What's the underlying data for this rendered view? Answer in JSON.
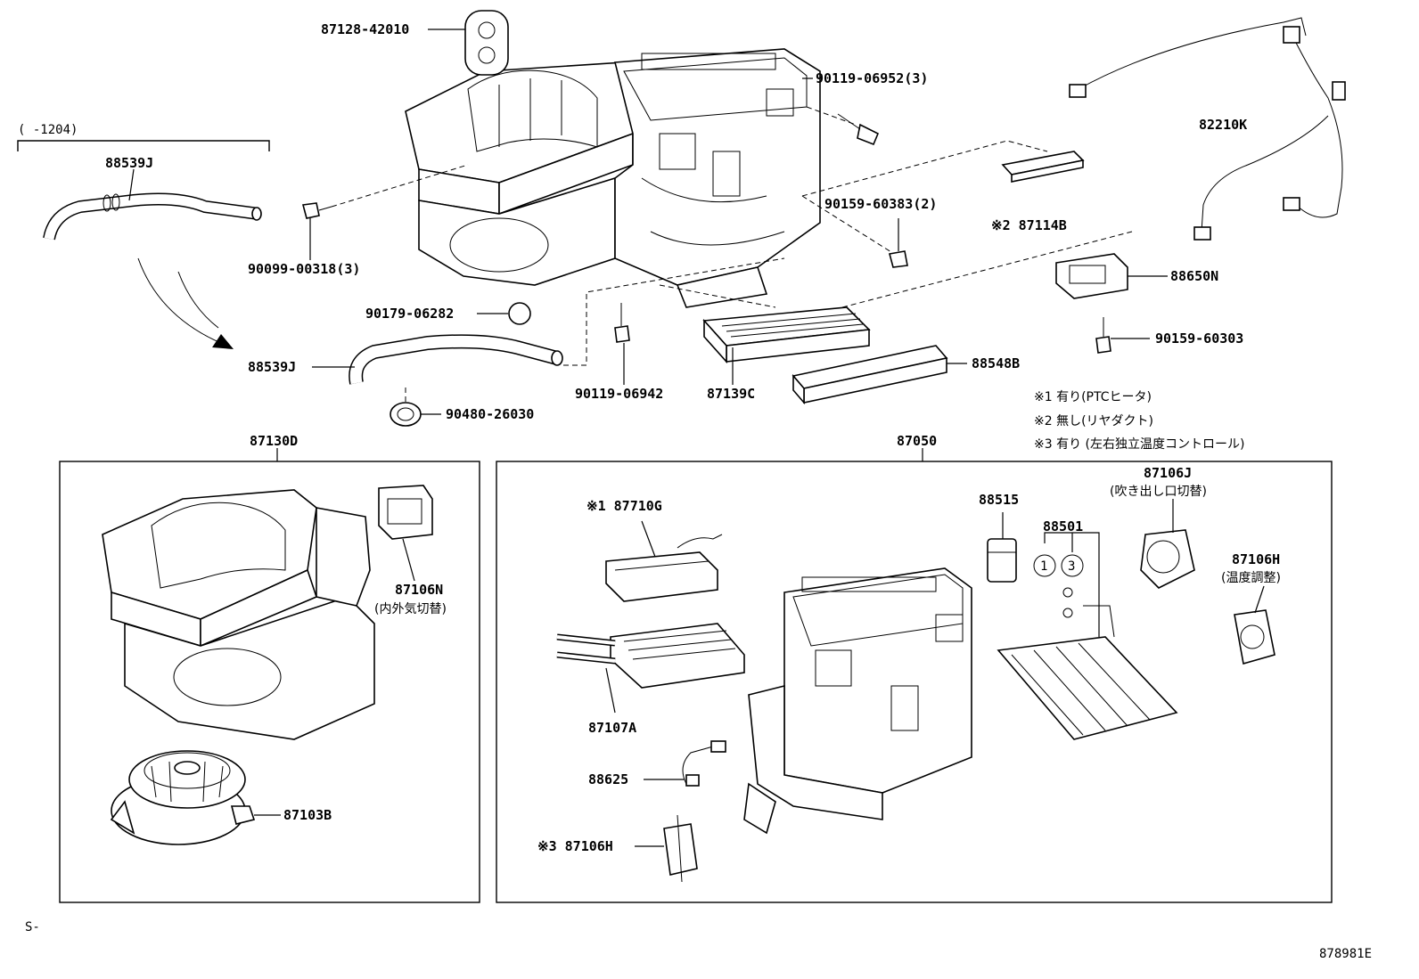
{
  "parts": {
    "p87128": "87128-42010",
    "p90119_06952": "90119-06952(3)",
    "p88539J_top": "88539J",
    "range": "(    -1204)",
    "p82210K": "82210K",
    "p90159_60383": "90159-60383(2)",
    "p87114B": "※2 87114B",
    "p90099": "90099-00318(3)",
    "p88650N": "88650N",
    "p90179": "90179-06282",
    "p90159_60303": "90159-60303",
    "p88539J_mid": "88539J",
    "p88548B": "88548B",
    "p90119_06942": "90119-06942",
    "p87139C": "87139C",
    "p90480": "90480-26030",
    "p87130D": "87130D",
    "p87050": "87050",
    "p87106N": "87106N",
    "p87106N_desc": "(内外気切替)",
    "p87103B": "87103B",
    "p87710G": "※1 87710G",
    "p87107A": "87107A",
    "p88625": "88625",
    "p87106H_left": "※3 87106H",
    "p88515": "88515",
    "p88501": "88501",
    "p87106J": "87106J",
    "p87106J_desc": "(吹き出し口切替)",
    "p87106H_right": "87106H",
    "p87106H_desc": "(温度調整)",
    "circle1": "1",
    "circle3": "3"
  },
  "notes": {
    "n1": "※1 有り(PTCヒータ)",
    "n2": "※2 無し(リヤダクト)",
    "n3": "※3 有り (左右独立温度コントロール)"
  },
  "footer": {
    "left": "S-",
    "right": "878981E"
  }
}
